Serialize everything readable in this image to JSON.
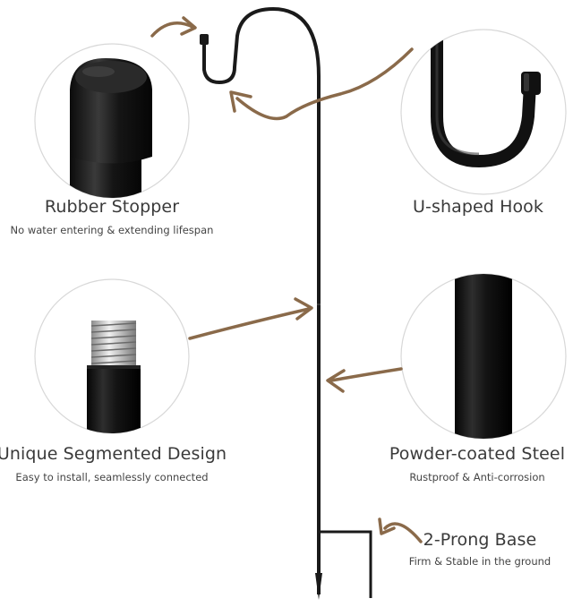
{
  "features": [
    {
      "id": "rubber-stopper",
      "title": "Rubber Stopper",
      "desc": "No water entering & extending lifespan"
    },
    {
      "id": "u-shaped-hook",
      "title": "U-shaped Hook",
      "desc": ""
    },
    {
      "id": "segmented-design",
      "title": "Unique Segmented Design",
      "desc": "Easy to install, seamlessly connected"
    },
    {
      "id": "powder-coated-steel",
      "title": "Powder-coated Steel",
      "desc": "Rustproof & Anti-corrosion"
    },
    {
      "id": "two-prong-base",
      "title": "2-Prong Base",
      "desc": "Firm & Stable in the ground"
    }
  ],
  "colors": {
    "arrow": "#8a6a4a",
    "metal": "#1a1a1a",
    "circle_border": "#d8d8d8"
  }
}
